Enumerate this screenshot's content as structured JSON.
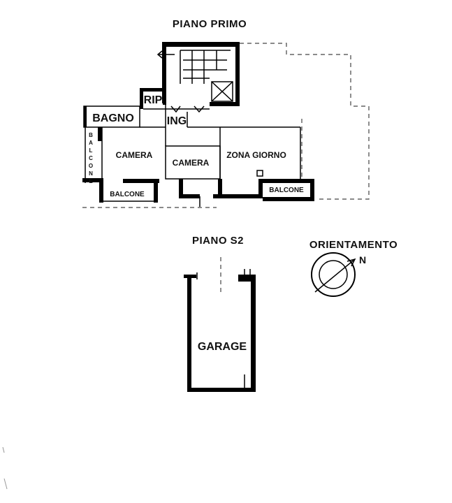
{
  "titles": {
    "first_floor": "PIANO PRIMO",
    "basement": "PIANO S2",
    "orientation": "ORIENTAMENTO"
  },
  "rooms": {
    "rip": "RIP",
    "bagno": "BAGNO",
    "ing": "ING",
    "camera_left": "CAMERA",
    "camera_center": "CAMERA",
    "zona_giorno": "ZONA GIORNO",
    "balcone_left": "BALCONE",
    "balcone_right": "BALCONE",
    "balcone_side_letters": [
      "B",
      "A",
      "L",
      "C",
      "O",
      "N",
      "E"
    ],
    "garage": "GARAGE"
  },
  "compass": {
    "north_label": "N",
    "icon": "north-arrow-icon"
  }
}
